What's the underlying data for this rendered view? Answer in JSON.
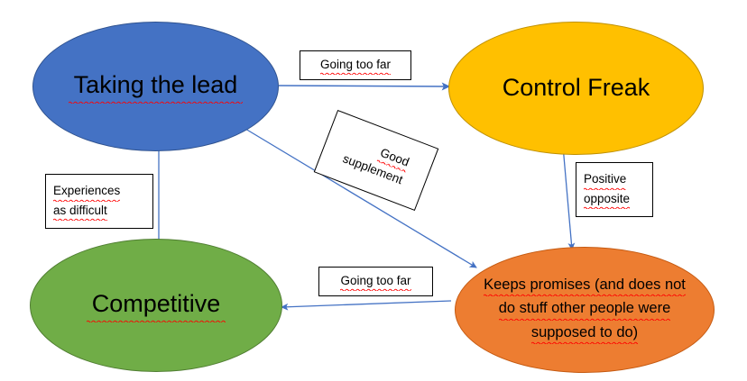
{
  "diagram": {
    "type": "flow-diagram",
    "background_color": "#FFFFFF",
    "edge_color": "#4472C4",
    "spellcheck_underline_color": "#FF0000",
    "nodes": [
      {
        "id": "taking-the-lead",
        "label": "Taking the lead",
        "shape": "ellipse",
        "fill": "#4472C4",
        "stroke": "#2F528F",
        "text_color": "#000000",
        "position": "top-left",
        "spellchecked": true
      },
      {
        "id": "control-freak",
        "label": "Control Freak",
        "shape": "ellipse",
        "fill": "#FFC000",
        "stroke": "#BF9000",
        "text_color": "#000000",
        "position": "top-right",
        "spellchecked": false
      },
      {
        "id": "competitive",
        "label": "Competitive",
        "shape": "ellipse",
        "fill": "#70AD47",
        "stroke": "#507E32",
        "text_color": "#000000",
        "position": "bottom-left",
        "spellchecked": true
      },
      {
        "id": "keeps-promises",
        "label": "Keeps promises (and does not\ndo stuff other people were\nsupposed to do)",
        "line_1": "Keeps promises (and does not",
        "line_2": "do stuff other people were",
        "line_3": "supposed to do)",
        "shape": "ellipse",
        "fill": "#ED7D31",
        "stroke": "#C55A11",
        "text_color": "#000000",
        "position": "bottom-right",
        "spellchecked": true
      }
    ],
    "edges": [
      {
        "id": "lead-to-control",
        "from": "taking-the-lead",
        "to": "control-freak",
        "label": "Going too far",
        "direction": "right",
        "arrowhead": "end"
      },
      {
        "id": "lead-to-keeps",
        "from": "taking-the-lead",
        "to": "keeps-promises",
        "label": "Good\nsupplement",
        "label_line_1": "Good",
        "label_line_2": "supplement",
        "direction": "diagonal-down-right",
        "arrowhead": "end",
        "label_rotation_deg": 21
      },
      {
        "id": "control-to-keeps",
        "from": "control-freak",
        "to": "keeps-promises",
        "label": "Positive\nopposite",
        "label_line_1": "Positive",
        "label_line_2": "opposite",
        "direction": "down",
        "arrowhead": "end"
      },
      {
        "id": "keeps-to-competitive",
        "from": "keeps-promises",
        "to": "competitive",
        "label": "Going too far",
        "direction": "left",
        "arrowhead": "end"
      },
      {
        "id": "competitive-to-lead",
        "from": "competitive",
        "to": "taking-the-lead",
        "label": "Experiences\nas difficult",
        "label_line_1": "Experiences",
        "label_line_2": "as difficult",
        "direction": "up",
        "arrowhead": "end"
      }
    ]
  }
}
